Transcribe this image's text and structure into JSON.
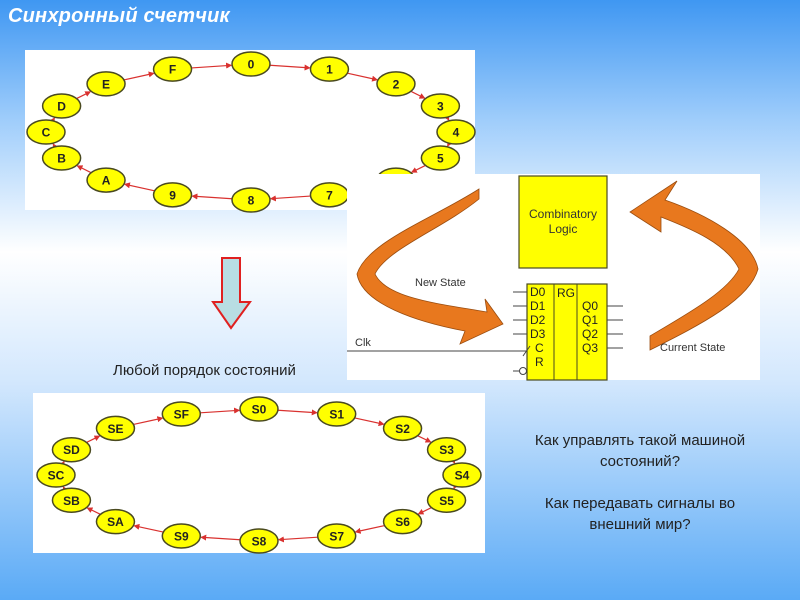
{
  "slide": {
    "title": "Синхронный счетчик",
    "caption": "Любой порядок состояний",
    "questions": [
      "Как управлять такой машиной состояний?",
      "Как передавать сигналы во внешний мир?"
    ]
  },
  "top_diagram": {
    "states": [
      "0",
      "1",
      "2",
      "3",
      "4",
      "5",
      "6",
      "7",
      "8",
      "9",
      "A",
      "B",
      "C",
      "D",
      "E",
      "F"
    ],
    "edge_color": "#d9312f",
    "state_fill": "#ffff00"
  },
  "bottom_diagram": {
    "states": [
      "S0",
      "S1",
      "S2",
      "S3",
      "S4",
      "S5",
      "S6",
      "S7",
      "S8",
      "S9",
      "SA",
      "SB",
      "SC",
      "SD",
      "SE",
      "SF"
    ],
    "edge_color": "#d9312f",
    "state_fill": "#ffff00"
  },
  "fsm_panel": {
    "logic_block": [
      "Combinatory",
      "Logic"
    ],
    "new_state_label": "New State",
    "current_state_label": "Current State",
    "clock_label": "Clk",
    "register": {
      "name": "RG",
      "inputs": [
        "D0",
        "D1",
        "D2",
        "D3",
        "C",
        "R"
      ],
      "outputs": [
        "Q0",
        "Q1",
        "Q2",
        "Q3"
      ]
    },
    "arrow_color": "#e8781e",
    "block_fill": "#ffff00"
  },
  "down_arrow": {
    "fill": "#b8dde3",
    "stroke": "#e02020"
  }
}
